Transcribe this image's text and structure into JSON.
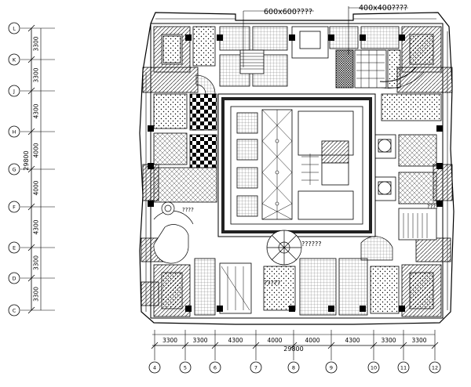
{
  "left_axis": {
    "gridlines": [
      "L",
      "K",
      "J",
      "H",
      "G",
      "F",
      "E",
      "D",
      "C"
    ],
    "dimensions": [
      "3300",
      "3300",
      "4300",
      "4000",
      "4000",
      "4300",
      "3300",
      "3300"
    ],
    "total": "29800"
  },
  "bottom_axis": {
    "gridlines": [
      "4",
      "5",
      "6",
      "7",
      "8",
      "9",
      "10",
      "11",
      "12"
    ],
    "dimensions": [
      "3300",
      "3300",
      "4300",
      "4000",
      "4000",
      "4300",
      "3300",
      "3300"
    ],
    "total": "29800"
  },
  "annotations": {
    "tile_600": "600x600????",
    "tile_400": "400x400????",
    "label_left": "????",
    "label_right": "????",
    "label_stair": "?????",
    "label_center": "??????"
  },
  "colors": {
    "line": "#000000",
    "hatch": "#444444",
    "background": "#ffffff"
  }
}
